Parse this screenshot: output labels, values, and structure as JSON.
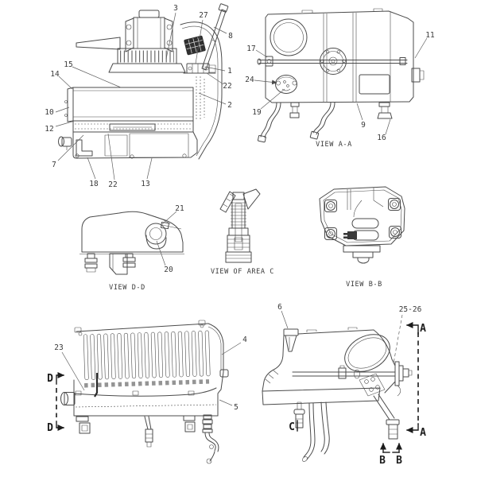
{
  "document": {
    "type": "parts-diagram",
    "background": "#ffffff"
  },
  "colors": {
    "line": "#4b4b4b",
    "dark": "#1c1c1c",
    "text": "#3a3a3a",
    "panel_dark": "#2f2f2f",
    "fill_light": "#e8e8e8"
  },
  "views": {
    "main_assembly": {
      "callouts": [
        "3",
        "27",
        "8",
        "1",
        "22",
        "2",
        "15",
        "14",
        "10",
        "12",
        "7",
        "18",
        "22",
        "13"
      ]
    },
    "view_aa": {
      "label": "VIEW A-A",
      "callouts": [
        "17",
        "24",
        "19",
        "11",
        "9",
        "16"
      ]
    },
    "view_dd": {
      "label": "VIEW D-D",
      "callouts": [
        "21",
        "20"
      ]
    },
    "view_area_c": {
      "label": "VIEW OF AREA C"
    },
    "view_bb": {
      "label": "VIEW B-B"
    },
    "heater_core": {
      "callouts": [
        "23",
        "4",
        "5"
      ],
      "section_marker": "D"
    },
    "tank": {
      "callouts": [
        "6",
        "25-26"
      ],
      "marker_a": "A",
      "marker_b": "B",
      "marker_c": "C"
    }
  }
}
